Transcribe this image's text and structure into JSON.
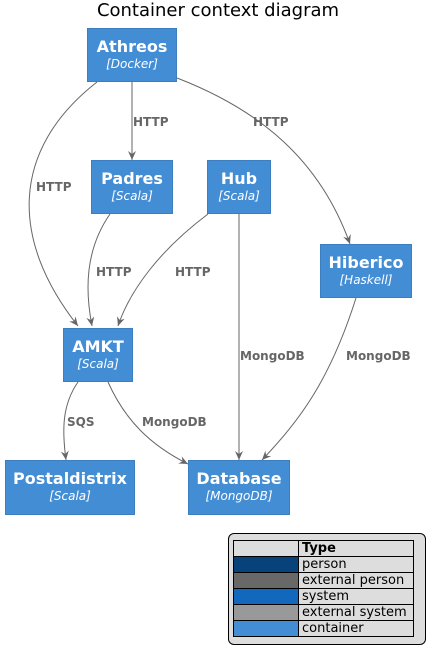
{
  "title": "Container context diagram",
  "nodes": {
    "athreos": {
      "name": "Athreos",
      "tech": "[Docker]"
    },
    "padres": {
      "name": "Padres",
      "tech": "[Scala]"
    },
    "hub": {
      "name": "Hub",
      "tech": "[Scala]"
    },
    "hiberico": {
      "name": "Hiberico",
      "tech": "[Haskell]"
    },
    "amkt": {
      "name": "AMKT",
      "tech": "[Scala]"
    },
    "postaldistrix": {
      "name": "Postaldistrix",
      "tech": "[Scala]"
    },
    "database": {
      "name": "Database",
      "tech": "[MongoDB]"
    }
  },
  "edges": {
    "athreos_padres": "HTTP",
    "athreos_amkt": "HTTP",
    "athreos_hiberico": "HTTP",
    "padres_amkt": "HTTP",
    "hub_amkt": "HTTP",
    "hub_database": "MongoDB",
    "hiberico_database": "MongoDB",
    "amkt_postaldistrix": "SQS",
    "amkt_database": "MongoDB"
  },
  "legend": {
    "header": "Type",
    "rows": [
      {
        "label": "person",
        "color": "#08427b"
      },
      {
        "label": "external person",
        "color": "#686868"
      },
      {
        "label": "system",
        "color": "#1168bd"
      },
      {
        "label": "external system",
        "color": "#999999"
      },
      {
        "label": "container",
        "color": "#438dd5"
      }
    ]
  }
}
